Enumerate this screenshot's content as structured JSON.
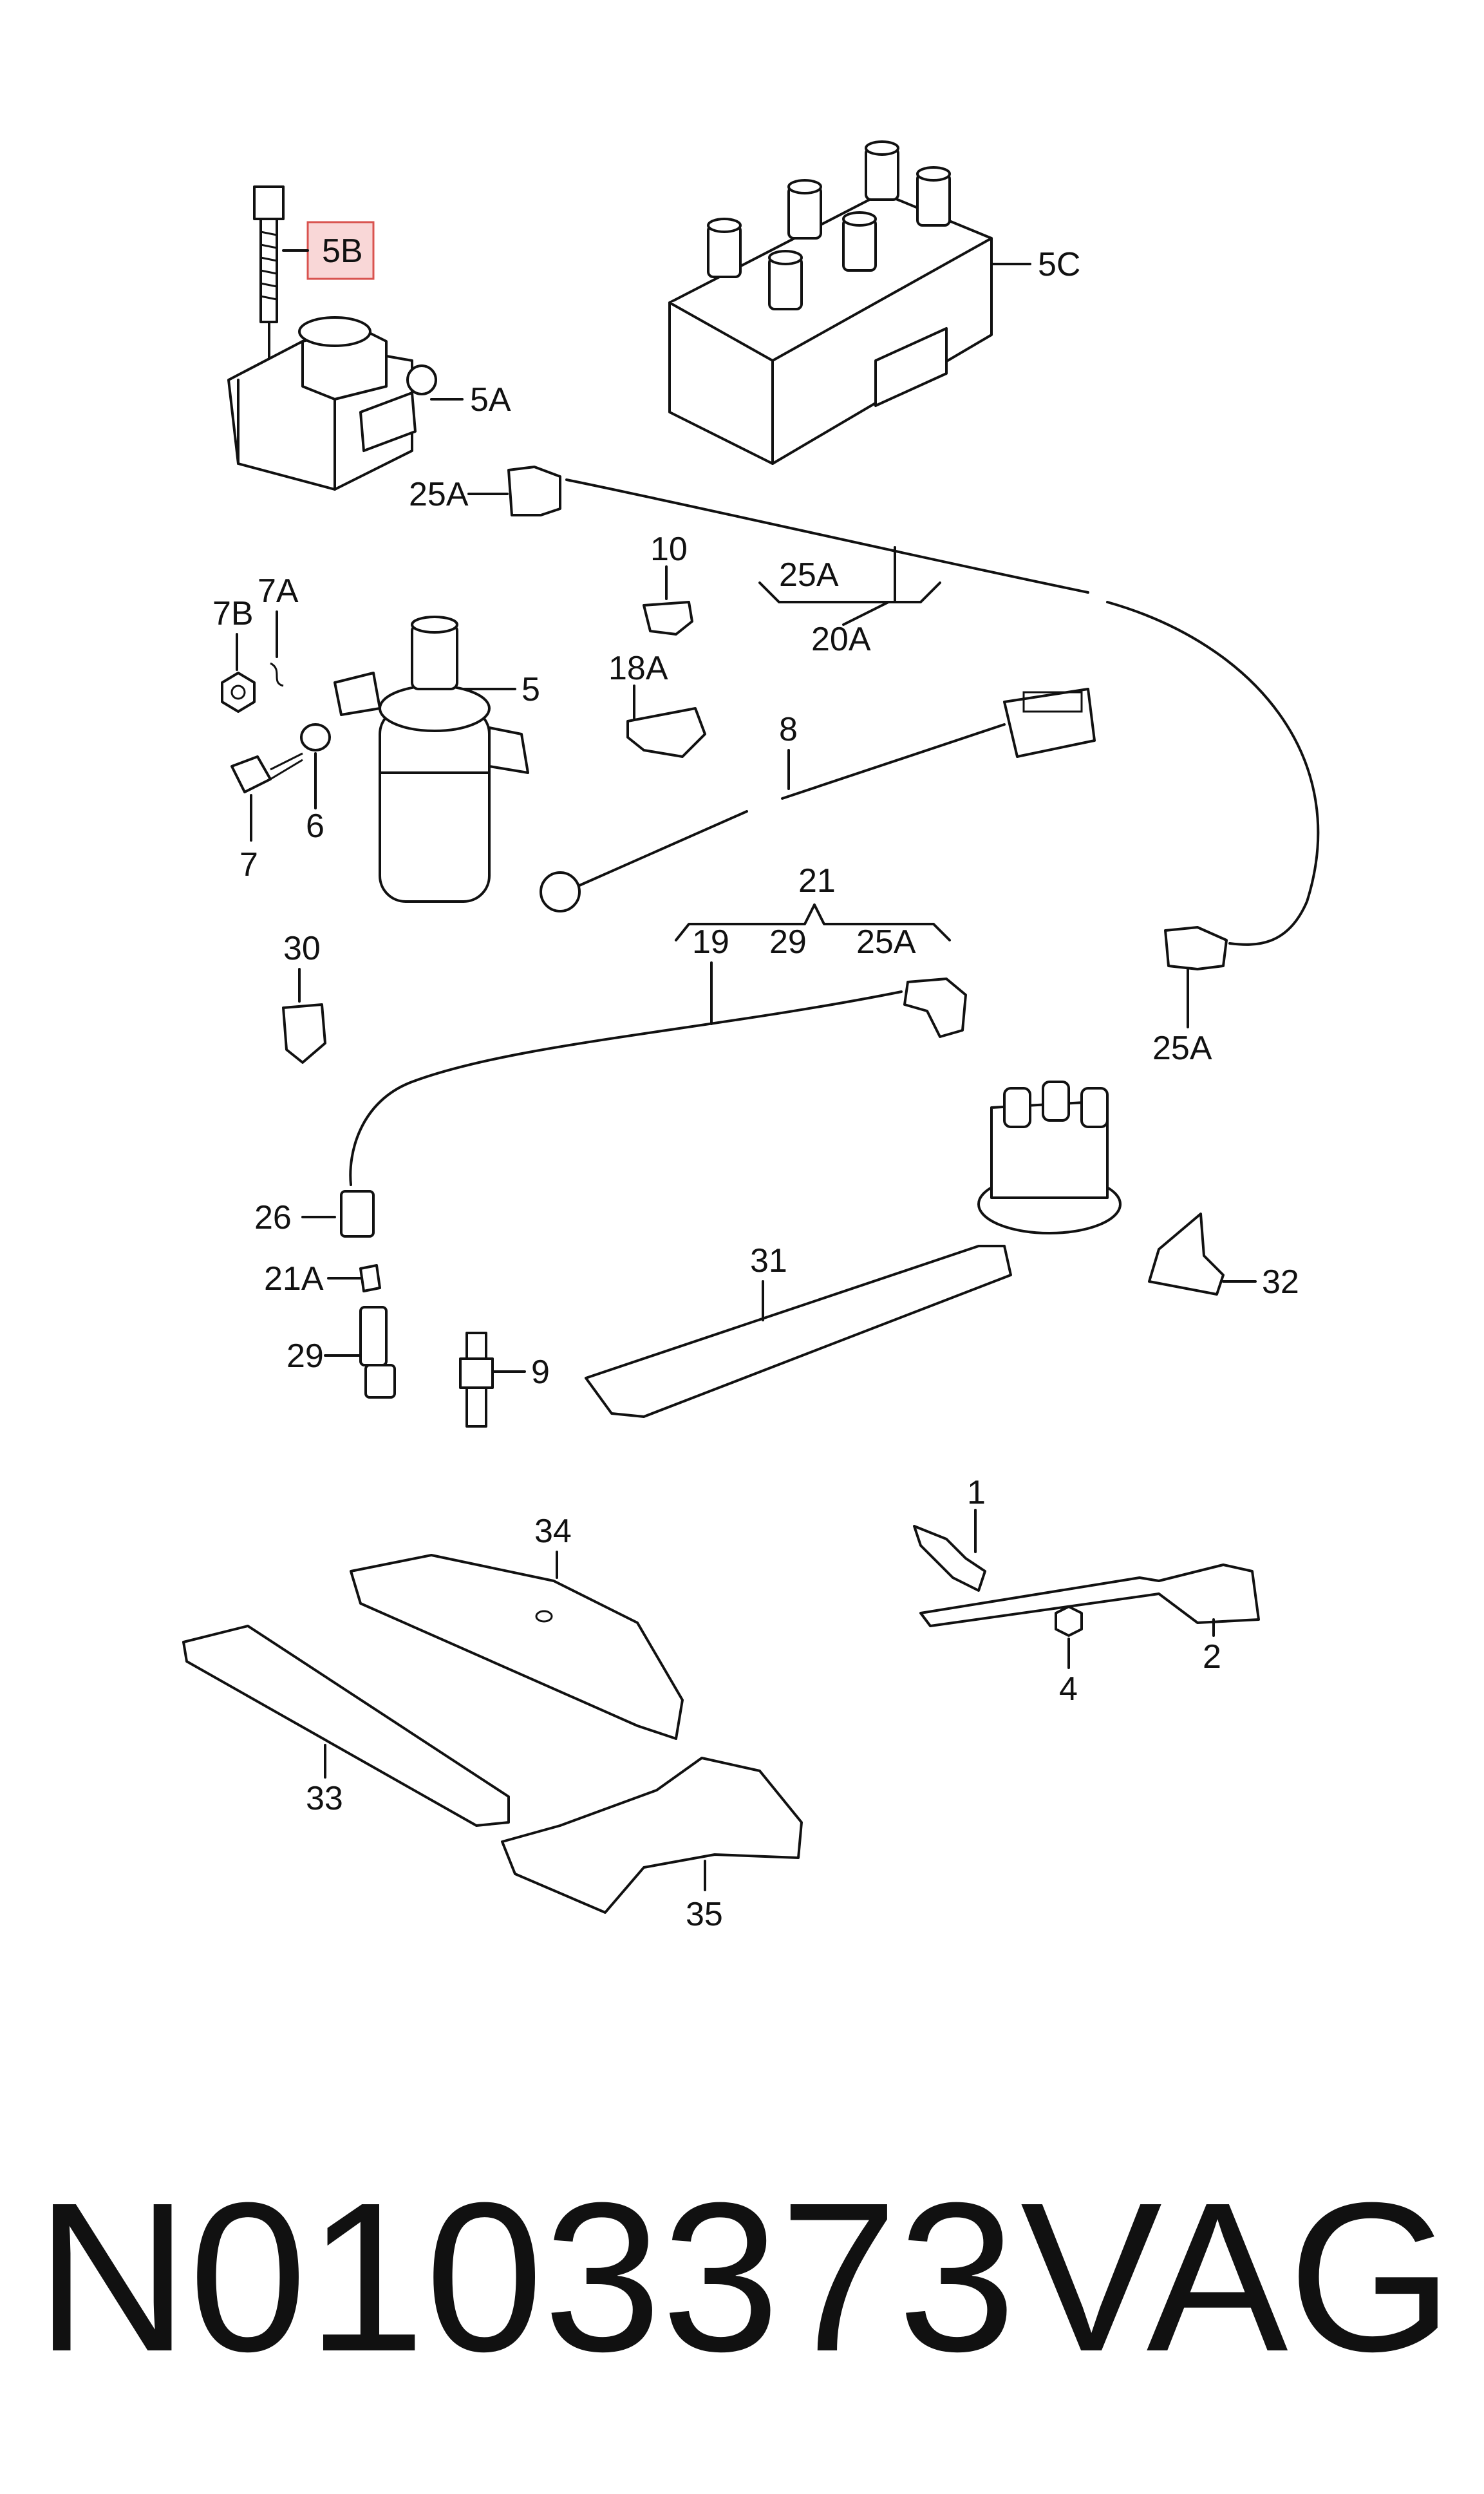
{
  "callouts": {
    "p5B": "5B",
    "p5C": "5C",
    "p5A": "5A",
    "p25A_top": "25A",
    "p10": "10",
    "p25A_group": "25A",
    "p20A": "20A",
    "p7B": "7B",
    "p7A": "7A",
    "p5": "5",
    "p18A": "18A",
    "p8": "8",
    "p7": "7",
    "p6": "6",
    "p21": "21",
    "p19": "19",
    "p29_group": "29",
    "p25A_group21": "25A",
    "p30": "30",
    "p25A_right": "25A",
    "p26": "26",
    "p21A": "21A",
    "p31": "31",
    "p32": "32",
    "p29": "29",
    "p9": "9",
    "p1": "1",
    "p34": "34",
    "p4": "4",
    "p2": "2",
    "p33": "33",
    "p35": "35"
  },
  "highlight_color": "#f9d7d7",
  "highlight_border": "#d9534f",
  "footer": {
    "part_number": "N0103373",
    "brand": "VAG"
  }
}
